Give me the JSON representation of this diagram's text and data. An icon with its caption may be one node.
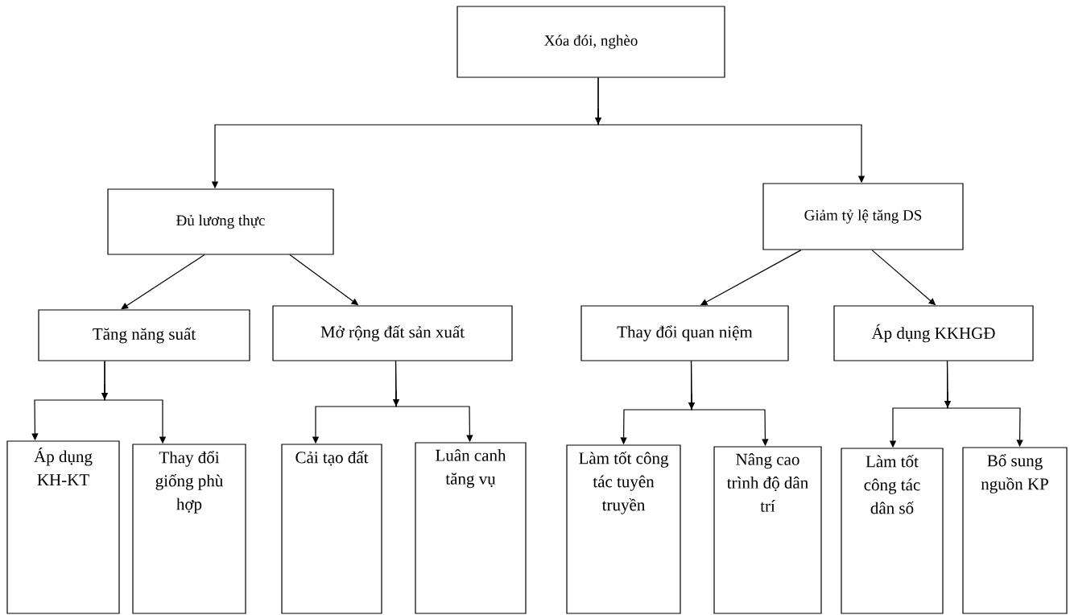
{
  "diagram": {
    "nodes": [
      {
        "text": [
          "Xóa đói, nghèo"
        ]
      },
      {
        "text": [
          "Đủ lương thực"
        ]
      },
      {
        "text": [
          "Giảm tỷ lệ tăng DS"
        ]
      },
      {
        "text": [
          "Tăng năng suất"
        ]
      },
      {
        "text": [
          "Mở rộng đất sản xuất"
        ]
      },
      {
        "text": [
          "Thay đổi quan niệm"
        ]
      },
      {
        "text": [
          "Áp dụng KKHGĐ"
        ]
      },
      {
        "text": [
          "Áp dụng KH-KT"
        ]
      },
      {
        "text": [
          "Thay đổi giống phù hợp"
        ]
      },
      {
        "text": [
          "Cải tạo đất"
        ]
      },
      {
        "text": [
          "Luân canh tăng vụ"
        ]
      },
      {
        "text": [
          "Làm tốt công tác tuyên truyền"
        ]
      },
      {
        "text": [
          "Nâng cao trình độ dân trí"
        ]
      },
      {
        "text": [
          "Làm tốt công tác dân số"
        ]
      },
      {
        "text": [
          "Bổ sung nguồn KP"
        ]
      }
    ],
    "edges": [
      {
        "from": 0,
        "to": 1,
        "arrow": "to"
      },
      {
        "from": 0,
        "to": 2,
        "arrow": "to"
      },
      {
        "from": 1,
        "to": 3,
        "arrow": "to"
      },
      {
        "from": 1,
        "to": 4,
        "arrow": "to"
      },
      {
        "from": 2,
        "to": 5,
        "arrow": "to"
      },
      {
        "from": 2,
        "to": 6,
        "arrow": "to"
      },
      {
        "from": 3,
        "to": 7,
        "arrow": "to"
      },
      {
        "from": 3,
        "to": 8,
        "arrow": "to"
      },
      {
        "from": 4,
        "to": 9,
        "arrow": "to"
      },
      {
        "from": 4,
        "to": 10,
        "arrow": "to"
      },
      {
        "from": 5,
        "to": 11,
        "arrow": "to"
      },
      {
        "from": 5,
        "to": 12,
        "arrow": "to"
      },
      {
        "from": 6,
        "to": 13,
        "arrow": "to"
      },
      {
        "from": 6,
        "to": 14,
        "arrow": "to"
      }
    ]
  }
}
